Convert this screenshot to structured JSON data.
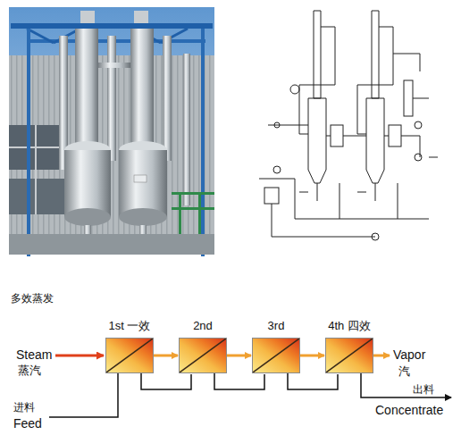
{
  "diagram": {
    "title": "多效蒸发",
    "nodes": [
      {
        "text": [
          "1st 一效"
        ]
      },
      {
        "text": [
          "2nd"
        ]
      },
      {
        "text": [
          "3rd"
        ]
      },
      {
        "text": [
          "4th 四效"
        ]
      }
    ],
    "edges": [
      {
        "from": 0,
        "to": 1,
        "arrow": "to"
      },
      {
        "from": 1,
        "to": 2,
        "arrow": "to"
      },
      {
        "from": 2,
        "to": 3,
        "arrow": "to"
      },
      {
        "from": 0,
        "to": 1,
        "arrow": "none"
      },
      {
        "from": 1,
        "to": 2,
        "arrow": "none"
      },
      {
        "from": 2,
        "to": 3,
        "arrow": "none"
      }
    ],
    "labels": [
      "Steam",
      "蒸汽",
      "Vapor",
      "汽",
      "进料",
      "Feed",
      "出料",
      "Concentrate"
    ]
  }
}
